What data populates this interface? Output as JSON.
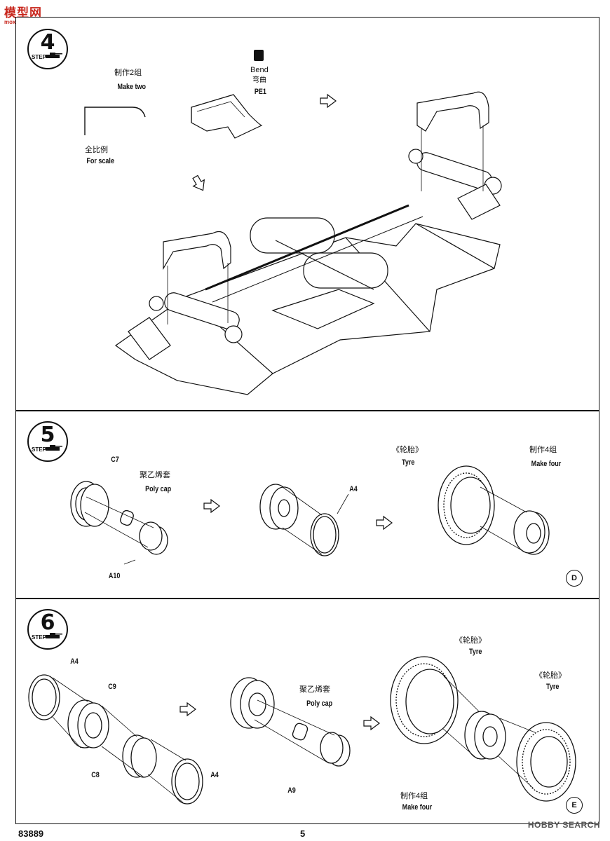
{
  "logo": {
    "text": "模型网",
    "sub": "moxing.shop.com"
  },
  "step4": {
    "number": "4",
    "step_word": "STEP",
    "make_two_zh": "制作2组",
    "make_two_en": "Make two",
    "bend_en": "Bend",
    "bend_zh": "弯曲",
    "part_pe1": "PE1",
    "full_scale_zh": "全比例",
    "full_scale_en": "For scale"
  },
  "step5": {
    "number": "5",
    "step_word": "STEP",
    "part_c7": "C7",
    "poly_cap_zh": "聚乙烯套",
    "poly_cap_en": "Poly cap",
    "part_a10": "A10",
    "part_a4": "A4",
    "tyre_zh": "《轮胎》",
    "tyre_en": "Tyre",
    "make_four_zh": "制作4组",
    "make_four_en": "Make four",
    "tag": "D"
  },
  "step6": {
    "number": "6",
    "step_word": "STEP",
    "part_a4_top": "A4",
    "part_c9": "C9",
    "part_c8": "C8",
    "part_a4_bottom": "A4",
    "poly_cap_zh": "聚乙烯套",
    "poly_cap_en": "Poly cap",
    "part_a9": "A9",
    "tyre1_zh": "《轮胎》",
    "tyre1_en": "Tyre",
    "tyre2_zh": "《轮胎》",
    "tyre2_en": "Tyre",
    "make_four_zh": "制作4组",
    "make_four_en": "Make four",
    "tag": "E"
  },
  "footer": {
    "kit_number": "83889",
    "page_number": "5",
    "watermark": "HOBBY SEARCH"
  }
}
